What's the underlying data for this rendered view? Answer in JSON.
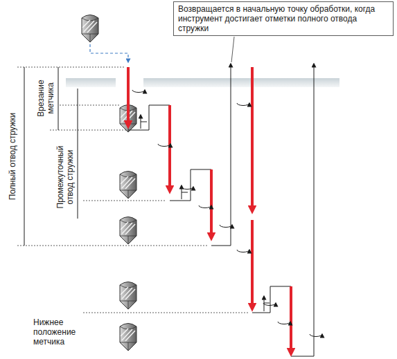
{
  "diagram": {
    "nodes": [
      {
        "text": [
          "Возвращается в начальную точку обработки, когда инструмент достигает отметки полного отвода стружки"
        ]
      }
    ],
    "edges": [],
    "labels": [
      "Полный отвод стружки",
      "Врезание метчика",
      "Промежуточный отвод стружки",
      "Нижнее положение метчика"
    ]
  }
}
